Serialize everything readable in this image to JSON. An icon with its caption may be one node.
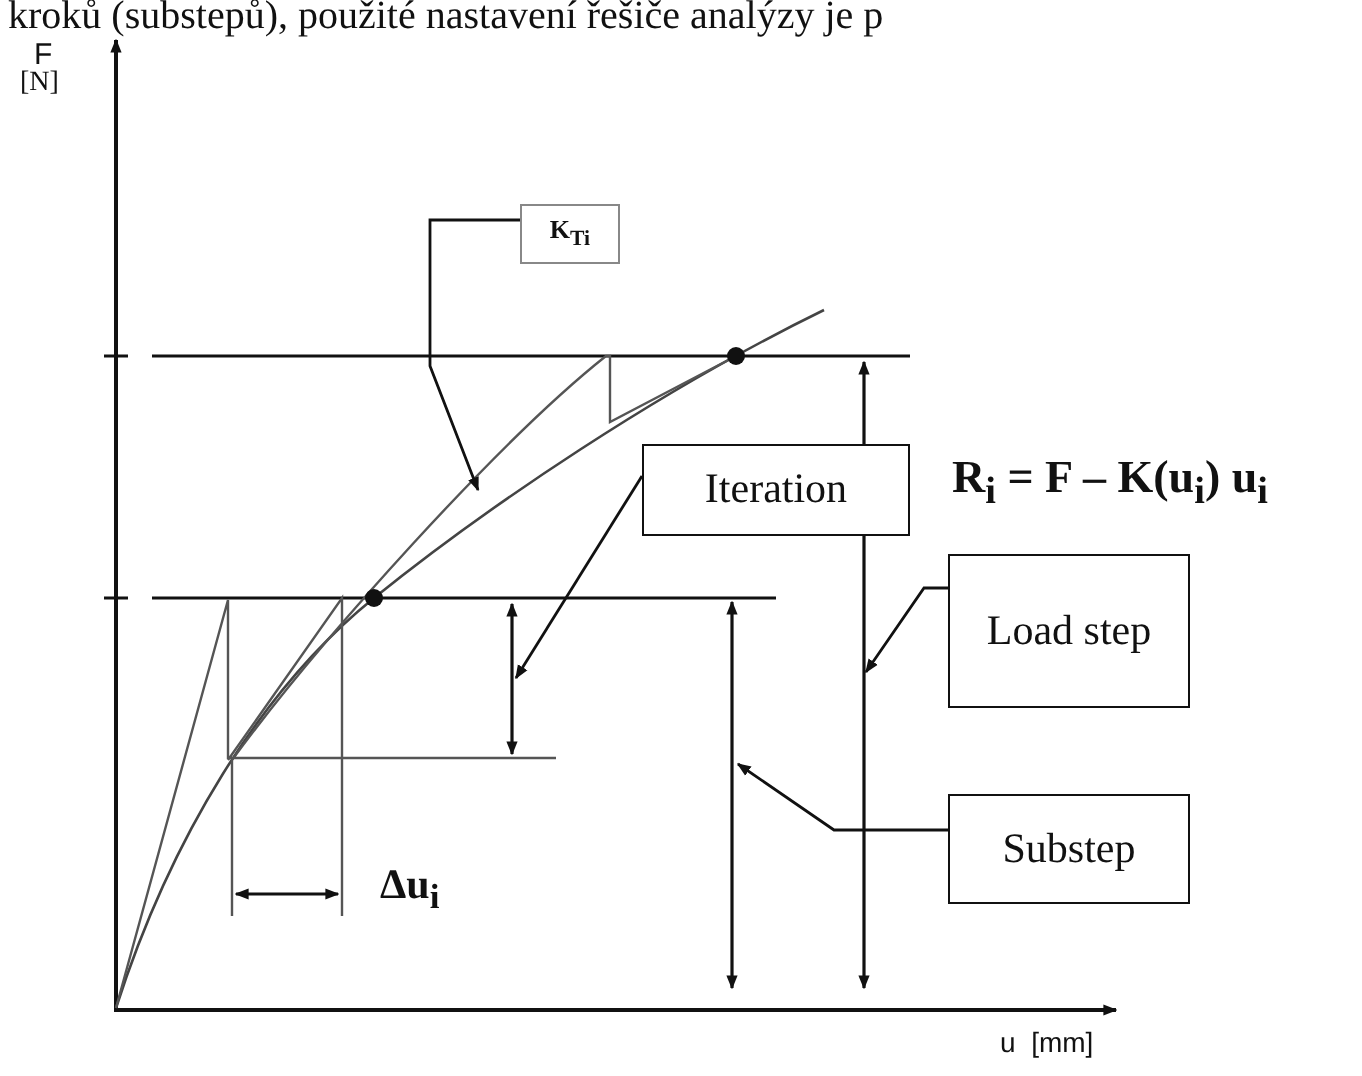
{
  "diagram": {
    "nodes": [
      {
        "text": [
          "K$_{Ti}$"
        ]
      },
      {
        "text": [
          "Iteration"
        ]
      },
      {
        "text": [
          "Load step"
        ]
      },
      {
        "text": [
          "Substep"
        ]
      }
    ],
    "edges": [
      {
        "from": 0,
        "to": null,
        "arrow": "to"
      },
      {
        "from": 1,
        "to": null,
        "arrow": "to"
      },
      {
        "from": 2,
        "to": null,
        "arrow": "to"
      },
      {
        "from": 3,
        "to": null,
        "arrow": "to"
      }
    ],
    "labels": [
      "kroků (substepů), použité nastavení řešiče analýzy je p",
      "F",
      "[N]",
      "R$_{i}$ = F – K(u$_{i}$) u$_{i}$",
      "Δu$_{i}$",
      "u  [mm]"
    ]
  }
}
